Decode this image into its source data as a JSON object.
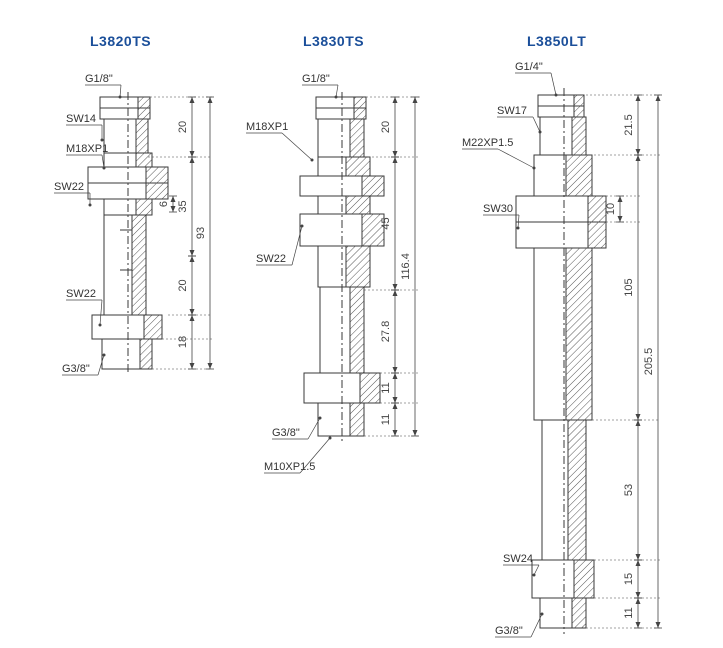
{
  "colors": {
    "title": "#1b4f9a",
    "line": "#3a3a3a",
    "hatch": "#555555",
    "dim": "#444444",
    "label": "#333333"
  },
  "models": [
    {
      "title": "L3820TS",
      "labels": [
        "G1/8\"",
        "SW14",
        "M18XP1",
        "SW22",
        "SW22",
        "G3/8\""
      ],
      "dims": [
        "20",
        "6",
        "35",
        "93",
        "20",
        "18"
      ]
    },
    {
      "title": "L3830TS",
      "labels": [
        "G1/8\"",
        "M18XP1",
        "SW22",
        "G3/8\"",
        "M10XP1.5"
      ],
      "dims": [
        "20",
        "45",
        "116.4",
        "27.8",
        "11",
        "11"
      ]
    },
    {
      "title": "L3850LT",
      "labels": [
        "G1/4\"",
        "SW17",
        "M22XP1.5",
        "SW30",
        "SW24",
        "G3/8\""
      ],
      "dims": [
        "21.5",
        "10",
        "105",
        "205.5",
        "53",
        "15",
        "11"
      ]
    }
  ]
}
